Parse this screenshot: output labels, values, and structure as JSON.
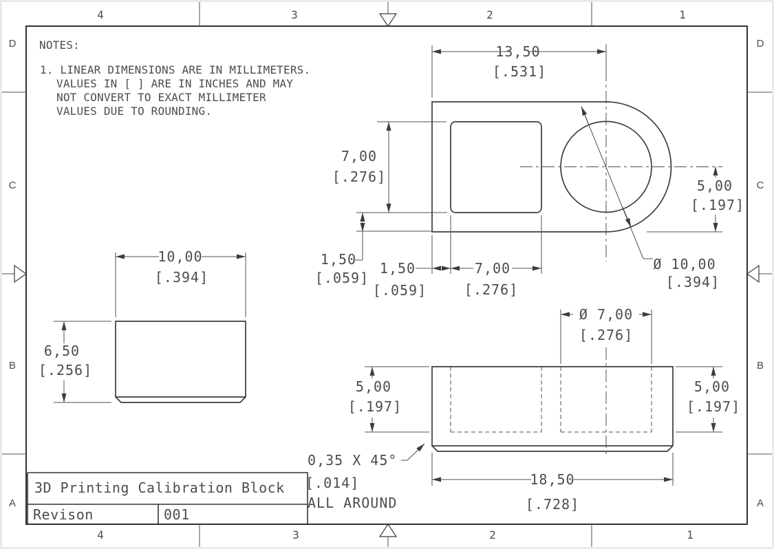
{
  "sheet": {
    "zones_top": [
      "4",
      "3",
      "2",
      "1"
    ],
    "zones_bottom": [
      "4",
      "3",
      "2",
      "1"
    ],
    "zones_left": [
      "D",
      "C",
      "B",
      "A"
    ],
    "zones_right": [
      "D",
      "C",
      "B",
      "A"
    ],
    "line_color": "#3c3c3c",
    "paper_color": "#ffffff"
  },
  "notes": {
    "heading": "NOTES:",
    "lines": [
      "1. LINEAR DIMENSIONS ARE IN MILLIMETERS.",
      "VALUES IN [ ] ARE IN INCHES AND MAY",
      "NOT CONVERT TO EXACT MILLIMETER",
      "VALUES DUE TO ROUNDING."
    ]
  },
  "title_block": {
    "title": "3D Printing Calibration Block",
    "revision_label": "Revison",
    "revision_value": "001"
  },
  "dims": {
    "d13_50": {
      "mm": "13,50",
      "in": "[.531]"
    },
    "d7_00_v": {
      "mm": "7,00",
      "in": "[.276]"
    },
    "d1_50_v": {
      "mm": "1,50",
      "in": "[.059]"
    },
    "d1_50_h": {
      "mm": "1,50",
      "in": "[.059]"
    },
    "d7_00_h": {
      "mm": "7,00",
      "in": "[.276]"
    },
    "d5_00_plan": {
      "mm": "5,00",
      "in": "[.197]"
    },
    "d10_00_dia": {
      "mm": "Ø 10,00",
      "in": "[.394]"
    },
    "d10_00_w": {
      "mm": "10,00",
      "in": "[.394]"
    },
    "d6_50_h": {
      "mm": "6,50",
      "in": "[.256]"
    },
    "d7_00_dia": {
      "mm": "Ø 7,00",
      "in": "[.276]"
    },
    "d5_00_left": {
      "mm": "5,00",
      "in": "[.197]"
    },
    "d5_00_right": {
      "mm": "5,00",
      "in": "[.197]"
    },
    "d18_50": {
      "mm": "18,50",
      "in": "[.728]"
    },
    "chamfer": {
      "line1": "0,35 X 45°",
      "line2": "[.014]",
      "line3": "ALL AROUND"
    }
  }
}
